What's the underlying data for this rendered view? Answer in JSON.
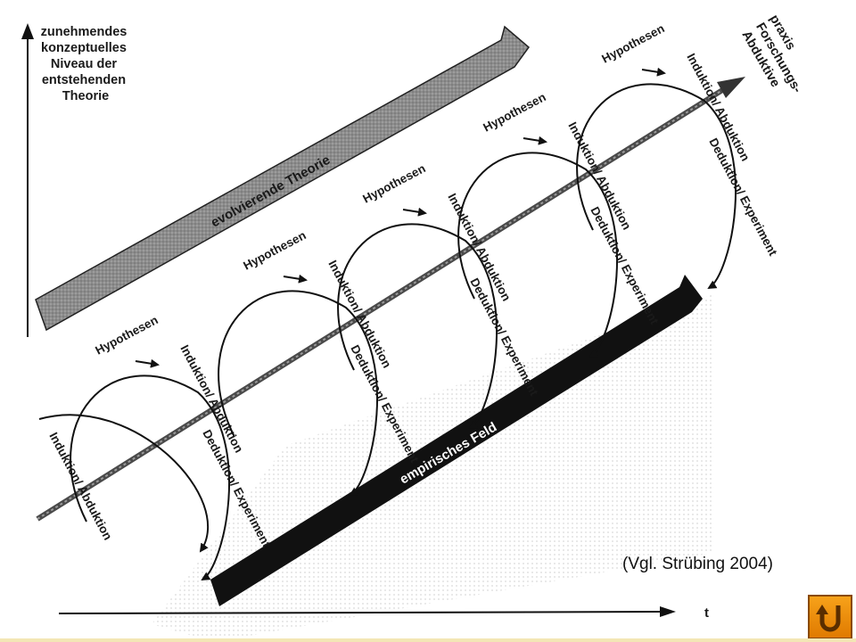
{
  "diagram": {
    "y_axis_label": [
      "zunehmendes",
      "konzeptuelles",
      "Niveau der",
      "entstehenden",
      "Theorie"
    ],
    "x_axis_label": "t",
    "theory_band_label": "evolvierende Theorie",
    "field_band_label": "empirisches Feld",
    "practice_label": [
      "Abduktive",
      "Forschungs-",
      "praxis"
    ],
    "cycles": [
      {
        "induction": "Induktion/ Abduktion",
        "hypotheses": "Hypothesen",
        "deduction": "Deduktion/ Experiment"
      },
      {
        "induction": "Induktion/ Abduktion",
        "hypotheses": "Hypothesen",
        "deduction": "Deduktion/ Experiment"
      },
      {
        "induction": "Induktion/ Abduktion",
        "hypotheses": "Hypothesen",
        "deduction": "Deduktion/ Experiment"
      },
      {
        "induction": "Induktion/ Abduktion",
        "hypotheses": "Hypothesen",
        "deduction": "Deduktion/ Experiment"
      },
      {
        "induction": "Induktion/ Abduktion",
        "hypotheses": "Hypothesen",
        "deduction": "Deduktion/ Experiment"
      }
    ],
    "first_induction": "Induktion/ Abduktion"
  },
  "caption": "(Vgl. Strübing 2004)",
  "back_icon": "u-turn-back-icon"
}
